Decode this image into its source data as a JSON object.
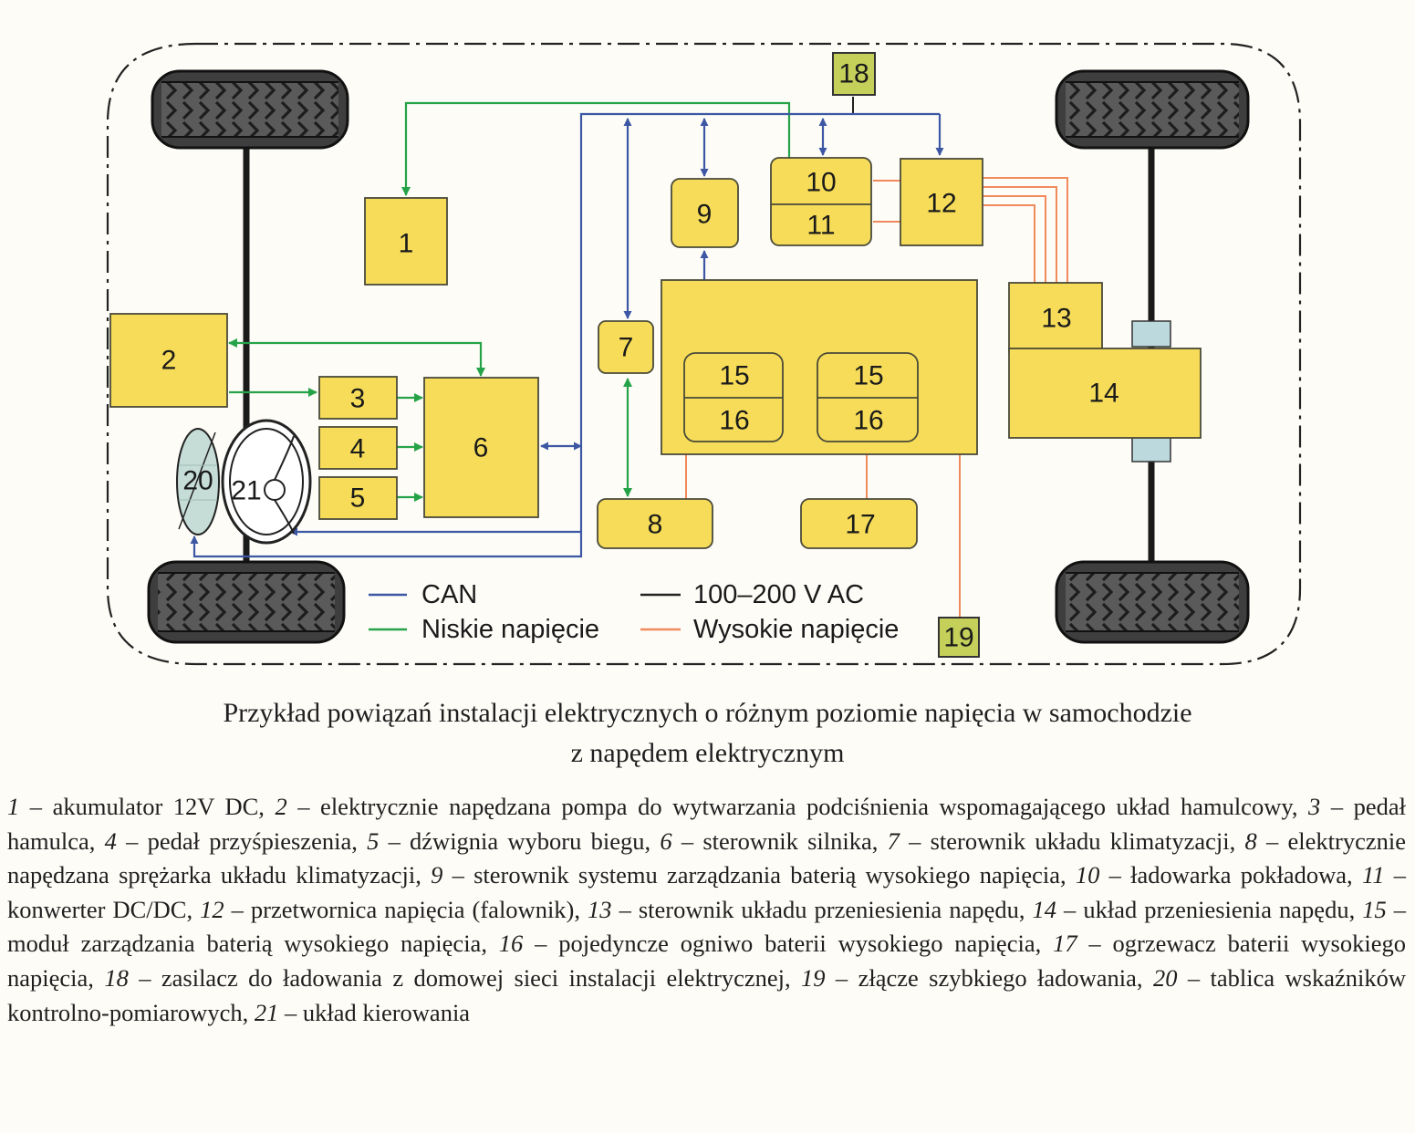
{
  "blocks": [
    "1",
    "2",
    "3",
    "4",
    "5",
    "6",
    "7",
    "8",
    "9",
    "10",
    "11",
    "12",
    "13",
    "14",
    "15",
    "16",
    "17",
    "18",
    "19",
    "20",
    "21"
  ],
  "legend": {
    "can": "CAN",
    "ac": "100–200 V AC",
    "low": "Niskie napięcie",
    "high": "Wysokie napięcie"
  },
  "colors": {
    "can": "#3d57a4",
    "low_voltage": "#26a348",
    "high_voltage": "#f08a5d",
    "ac": "#222222",
    "block": "#f6dc58",
    "connector": "#c4d05a"
  },
  "caption": {
    "line1": "Przykład powiązań instalacji elektrycznych o różnym poziomie napięcia w samochodzie",
    "line2": "z napędem elektrycznym"
  },
  "description": [
    {
      "n": "1",
      "t": " – akumulator 12V DC, "
    },
    {
      "n": "2",
      "t": " – elektrycznie napędzana pompa do wytwarzania podciśnienia wspomagającego układ hamulcowy, "
    },
    {
      "n": "3",
      "t": " – pedał hamulca, "
    },
    {
      "n": "4",
      "t": " – pedał przyśpieszenia, "
    },
    {
      "n": "5",
      "t": " – dźwignia wyboru biegu, "
    },
    {
      "n": "6",
      "t": " – sterownik silnika, "
    },
    {
      "n": "7",
      "t": " – sterownik układu klimatyzacji, "
    },
    {
      "n": "8",
      "t": " – elektrycznie napędzana sprężarka układu klimatyzacji, "
    },
    {
      "n": "9",
      "t": " – sterownik systemu zarządzania baterią wysokiego napięcia, "
    },
    {
      "n": "10",
      "t": " – ładowarka pokładowa, "
    },
    {
      "n": "11",
      "t": " – konwerter DC/DC, "
    },
    {
      "n": "12",
      "t": " – przetwornica napięcia (falownik), "
    },
    {
      "n": "13",
      "t": " – sterownik układu przeniesienia napędu, "
    },
    {
      "n": "14",
      "t": " – układ przeniesienia napędu, "
    },
    {
      "n": "15",
      "t": " – moduł zarządzania baterią wysokiego napięcia, "
    },
    {
      "n": "16",
      "t": " – pojedyncze ogniwo baterii wysokiego napięcia, "
    },
    {
      "n": "17",
      "t": " – ogrzewacz baterii wysokiego napięcia, "
    },
    {
      "n": "18",
      "t": " – zasilacz do ładowania z domowej sieci instalacji elektrycznej, "
    },
    {
      "n": "19",
      "t": " – złącze szybkiego ładowania, "
    },
    {
      "n": "20",
      "t": " – tablica wskaźników kontrolno-pomiarowych, "
    },
    {
      "n": "21",
      "t": " – układ kierowania"
    }
  ]
}
